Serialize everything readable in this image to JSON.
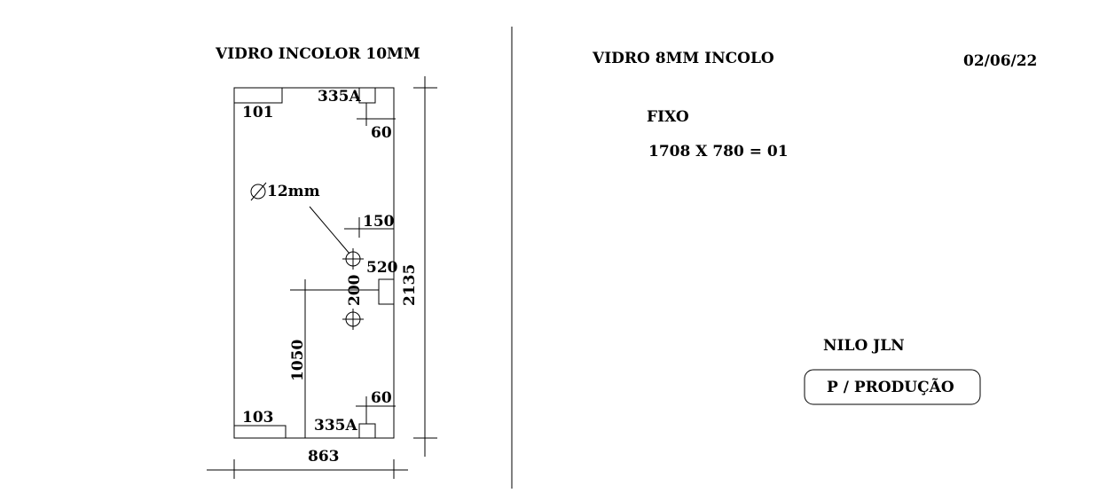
{
  "left_panel": {
    "title": "VIDRO INCOLOR 10MM",
    "labels": {
      "corner_top_left": "101",
      "corner_top_right": "335A",
      "dim_60_top": "60",
      "hole_diameter": "12mm",
      "dim_150": "150",
      "dim_520": "520",
      "dim_200": "200",
      "height_total": "2135",
      "dim_1050": "1050",
      "dim_60_bottom": "60",
      "corner_bottom_left": "103",
      "corner_bottom_right": "335A",
      "width_total": "863"
    }
  },
  "right_panel": {
    "title": "VIDRO 8MM INCOLO",
    "date": "02/06/22",
    "type": "FIXO",
    "dimensions": "1708 X 780 = 01",
    "author": "NILO JLN",
    "stamp": "P / PRODUÇÃO"
  }
}
